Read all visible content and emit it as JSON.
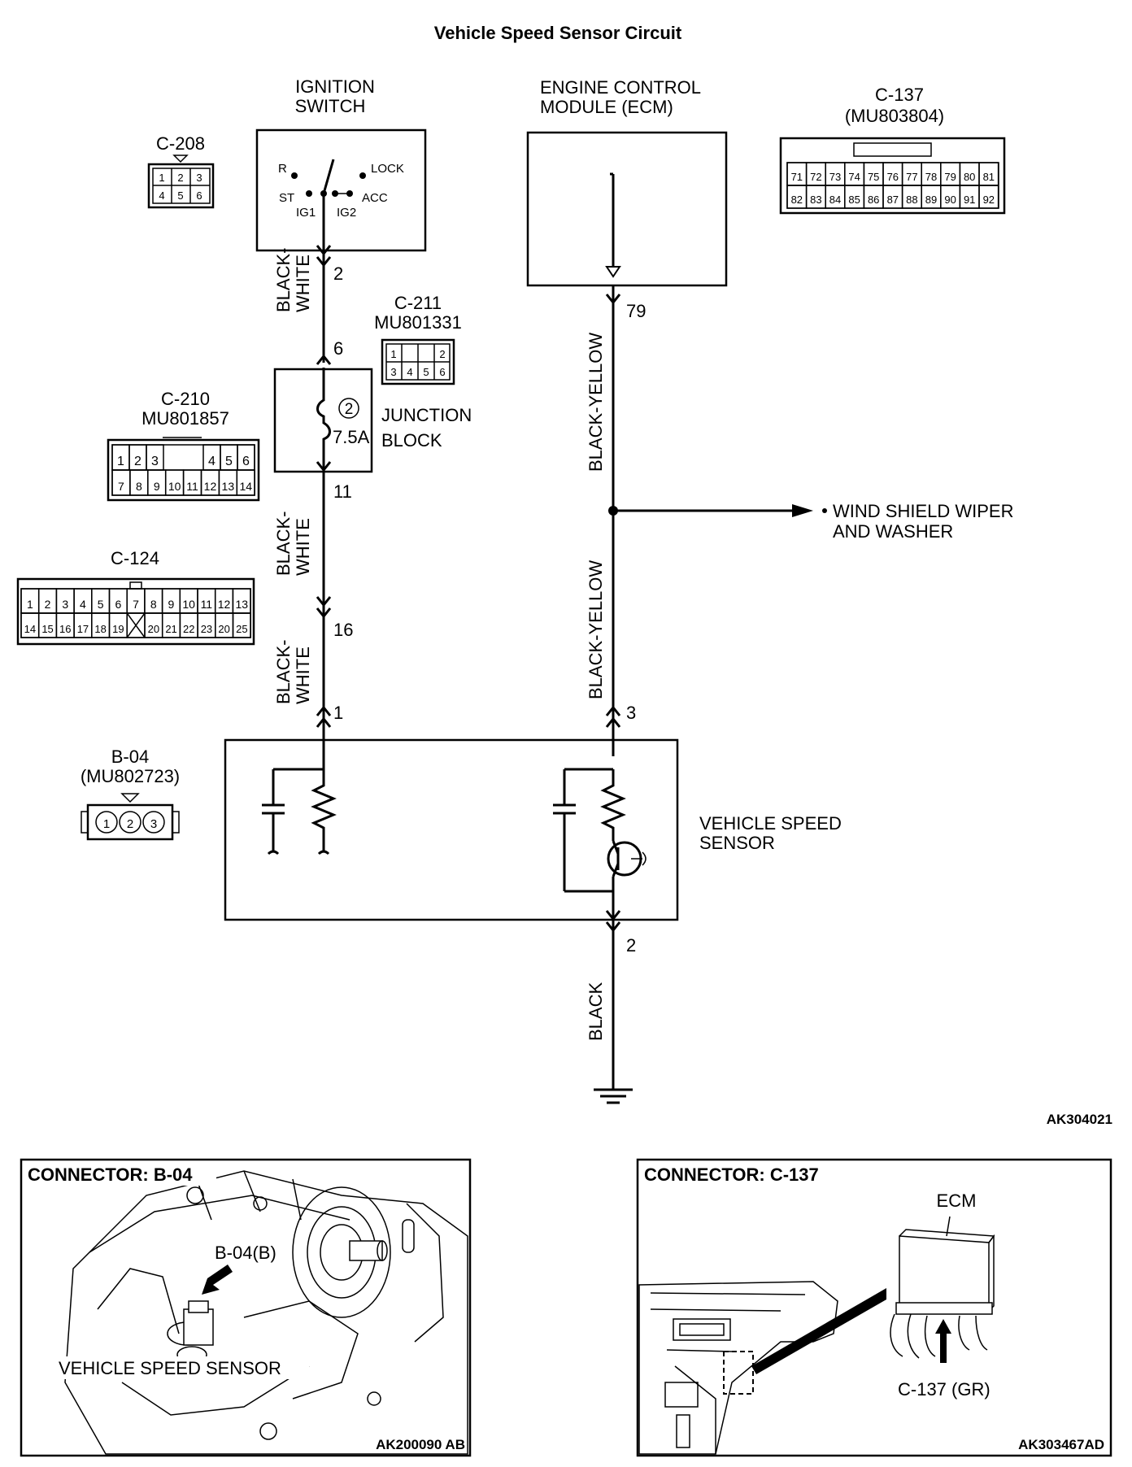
{
  "title": "Vehicle Speed Sensor Circuit",
  "ignition_switch": {
    "label1": "IGNITION",
    "label2": "SWITCH",
    "positions": [
      "R",
      "LOCK",
      "ST",
      "ACC",
      "IG1",
      "IG2"
    ]
  },
  "ecm": {
    "label1": "ENGINE CONTROL",
    "label2": "MODULE (ECM)"
  },
  "connectors": {
    "c208": {
      "name": "C-208",
      "pins": [
        "1",
        "2",
        "3",
        "4",
        "5",
        "6"
      ]
    },
    "c137": {
      "name": "C-137",
      "part": "(MU803804)",
      "row1": [
        "71",
        "72",
        "73",
        "74",
        "75",
        "76",
        "77",
        "78",
        "79",
        "80",
        "81"
      ],
      "row2": [
        "82",
        "83",
        "84",
        "85",
        "86",
        "87",
        "88",
        "89",
        "90",
        "91",
        "92"
      ]
    },
    "c211": {
      "name": "C-211",
      "part": "MU801331",
      "row1": [
        "1",
        "2"
      ],
      "row2": [
        "3",
        "4",
        "5",
        "6"
      ]
    },
    "c210": {
      "name": "C-210",
      "part": "MU801857",
      "row1": [
        "1",
        "2",
        "3",
        "4",
        "5",
        "6"
      ],
      "row2": [
        "7",
        "8",
        "9",
        "10",
        "11",
        "12",
        "13",
        "14"
      ]
    },
    "c124": {
      "name": "C-124",
      "row1": [
        "1",
        "2",
        "3",
        "4",
        "5",
        "6",
        "7",
        "8",
        "9",
        "10",
        "11",
        "12",
        "13"
      ],
      "row2": [
        "14",
        "15",
        "16",
        "17",
        "18",
        "19",
        "20",
        "21",
        "22",
        "23",
        "20",
        "25"
      ]
    },
    "b04": {
      "name": "B-04",
      "part": "(MU802723)",
      "pins": [
        "1",
        "2",
        "3"
      ]
    }
  },
  "junction_block": {
    "label1": "JUNCTION",
    "label2": "BLOCK",
    "fuse_no": "2",
    "fuse_rating": "7.5A"
  },
  "pin_numbers": {
    "ign_out": "2",
    "jb_in": "6",
    "jb_out": "11",
    "c124_pin": "16",
    "vss_pin1": "1",
    "ecm_pin": "79",
    "vss_pin3": "3",
    "vss_pin2": "2"
  },
  "wire_colors": {
    "bw_line1": "BLACK-",
    "bw_line2": "WHITE",
    "black_yellow": "BLACK-YELLOW",
    "black": "BLACK"
  },
  "wiper": {
    "line1": "WIND SHIELD WIPER",
    "line2": "AND WASHER"
  },
  "vss": {
    "label1": "VEHICLE SPEED",
    "label2": "SENSOR"
  },
  "diagram_code": "AK304021",
  "panel_b04": {
    "title": "CONNECTOR: B-04",
    "callout": "B-04(B)",
    "caption": "VEHICLE SPEED SENSOR",
    "code": "AK200090 AB"
  },
  "panel_c137": {
    "title": "CONNECTOR: C-137",
    "ecm": "ECM",
    "callout": "C-137 (GR)",
    "code": "AK303467AD"
  }
}
